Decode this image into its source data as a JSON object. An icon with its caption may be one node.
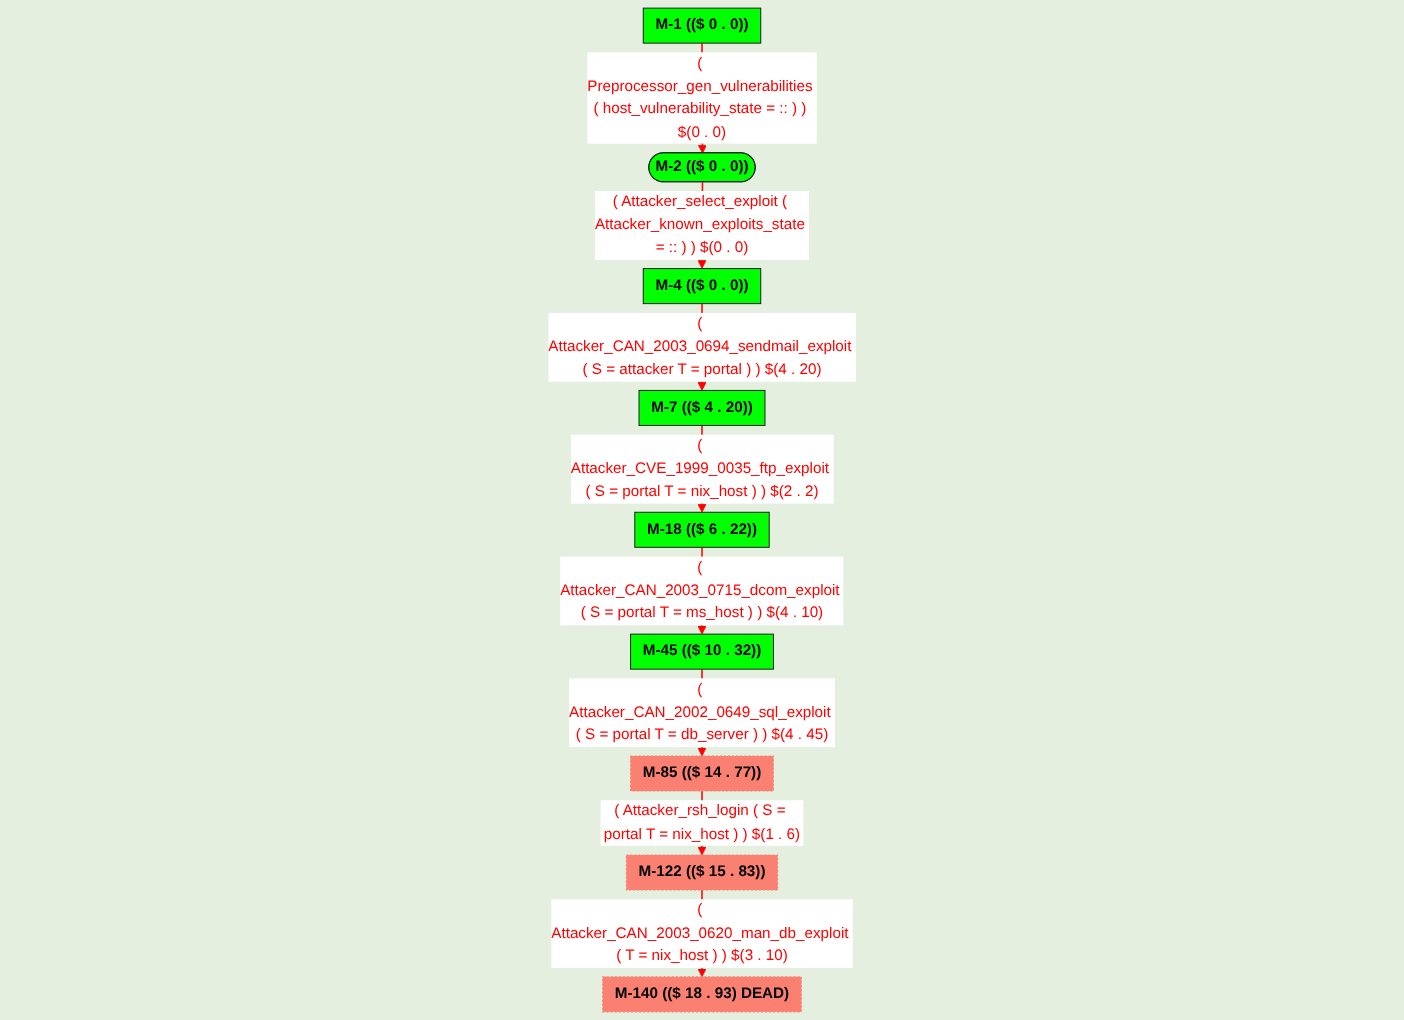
{
  "diagram": {
    "nodes": [
      {
        "text": [
          "M-1 (($ 0 . 0))"
        ]
      },
      {
        "text": [
          "M-2 (($ 0 . 0))"
        ]
      },
      {
        "text": [
          "M-4 (($ 0 . 0))"
        ]
      },
      {
        "text": [
          "M-7 (($ 4 . 20))"
        ]
      },
      {
        "text": [
          "M-18 (($ 6 . 22))"
        ]
      },
      {
        "text": [
          "M-45 (($ 10 . 32))"
        ]
      },
      {
        "text": [
          "M-85 (($ 14 . 77))"
        ]
      },
      {
        "text": [
          "M-122 (($ 15 . 83))"
        ]
      },
      {
        "text": [
          "M-140 (($ 18 . 93) DEAD)"
        ]
      }
    ],
    "edges": [
      {
        "from": 0,
        "to": 1,
        "arrow": "to",
        "label": "( Preprocessor_gen_vulnerabilities ( host_vulnerability_state = :: ) ) $(0 . 0)"
      },
      {
        "from": 1,
        "to": 2,
        "arrow": "to",
        "label": "( Attacker_select_exploit ( Attacker_known_exploits_state = :: ) ) $(0 . 0)"
      },
      {
        "from": 2,
        "to": 3,
        "arrow": "to",
        "label": "( Attacker_CAN_2003_0694_sendmail_exploit ( S = attacker T = portal ) ) $(4 . 20)"
      },
      {
        "from": 3,
        "to": 4,
        "arrow": "to",
        "label": "( Attacker_CVE_1999_0035_ftp_exploit ( S = portal T = nix_host ) ) $(2 . 2)"
      },
      {
        "from": 4,
        "to": 5,
        "arrow": "to",
        "label": "( Attacker_CAN_2003_0715_dcom_exploit ( S = portal T = ms_host ) ) $(4 . 10)"
      },
      {
        "from": 5,
        "to": 6,
        "arrow": "to",
        "label": "( Attacker_CAN_2002_0649_sql_exploit ( S = portal T = db_server ) ) $(4 . 45)"
      },
      {
        "from": 6,
        "to": 7,
        "arrow": "to",
        "label": "( Attacker_rsh_login ( S = portal T = nix_host ) ) $(1 . 6)"
      },
      {
        "from": 7,
        "to": 8,
        "arrow": "to",
        "label": "( Attacker_CAN_2003_0620_man_db_exploit ( T = nix_host ) ) $(3 . 10)"
      }
    ]
  }
}
